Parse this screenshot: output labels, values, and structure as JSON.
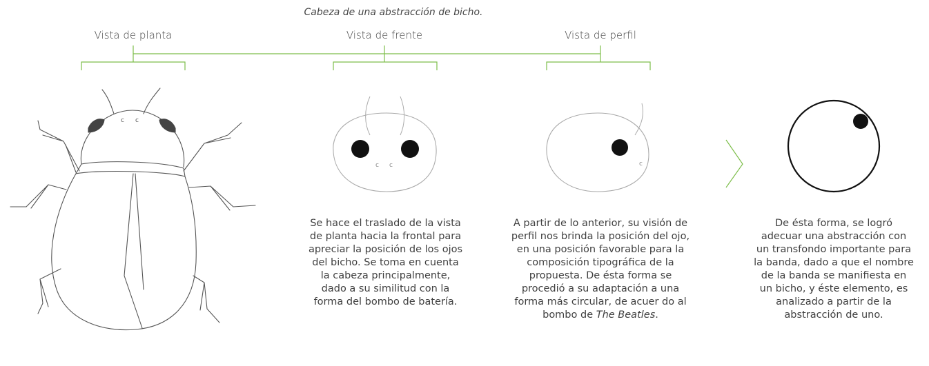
{
  "title": "Cabeza de una abstracción de bicho.",
  "views": {
    "top": "Vista de planta",
    "front": "Vista de frente",
    "profile": "Vista de perfil"
  },
  "descriptions": {
    "front": "Se hace el traslado de la vista de planta hacia la frontal para apreciar la posición de los ojos del bicho. Se toma en cuenta la cabeza principalmente, dado a su similitud con la forma del bombo de batería.",
    "profile_main": "A partir de lo anterior, su visión de perfil nos brinda la posición del ojo, en una posición favorable para la composición tipográfica de la propuesta. De ésta forma se procedió a su adaptación a una forma más circular, de acuer do al bombo de",
    "profile_italic": "The Beatles",
    "profile_end": ".",
    "final": "De ésta forma, se logró adecuar una abstracción con un transfondo importante para la banda, dado a que el nombre de la banda se manifiesta en un bicho, y éste elemento, es analizado a partir de la abstracción de uno."
  },
  "colors": {
    "bracket": "#7dbe4a",
    "line": "#555555",
    "ink": "#111111"
  }
}
